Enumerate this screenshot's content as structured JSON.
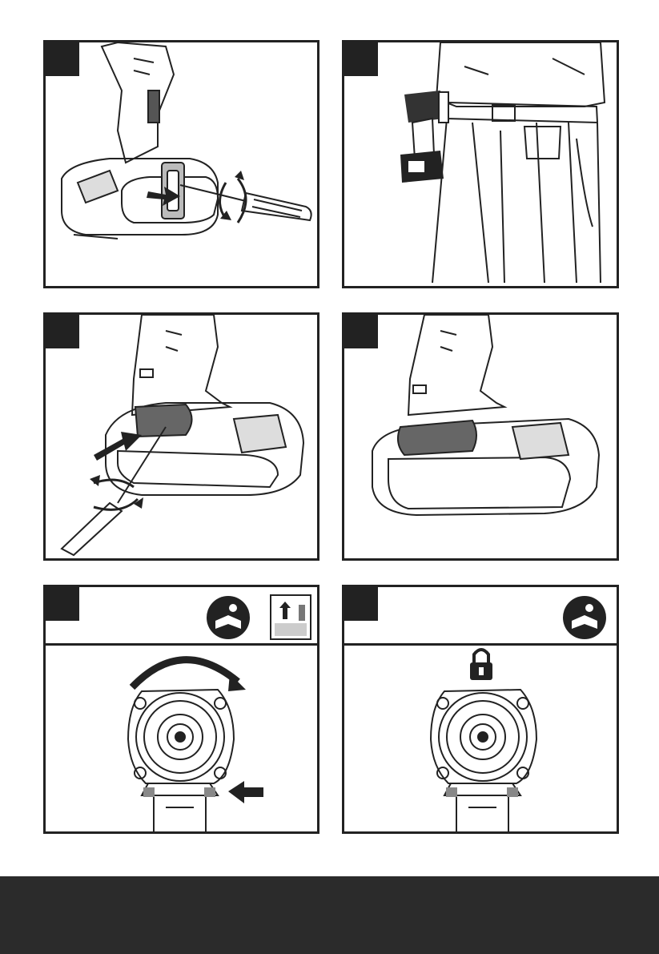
{
  "panels": [
    {
      "id": "battery-clip-install",
      "number": ""
    },
    {
      "id": "belt-clip-wearing",
      "number": ""
    },
    {
      "id": "screwdriver-attach-clip",
      "number": ""
    },
    {
      "id": "clip-attached",
      "number": ""
    },
    {
      "id": "chuck-rotate-unlock",
      "number": ""
    },
    {
      "id": "chuck-locked",
      "number": ""
    }
  ],
  "icons": {
    "manual": "read-manual-icon",
    "guide": "up-arrow-guide-icon",
    "lock": "padlock-icon",
    "rotate": "curved-arrow-icon",
    "push": "push-arrow-icon"
  },
  "colors": {
    "ink": "#222222",
    "footer": "#2b2b2b",
    "paper": "#ffffff",
    "grey": "#9a9a9a"
  }
}
